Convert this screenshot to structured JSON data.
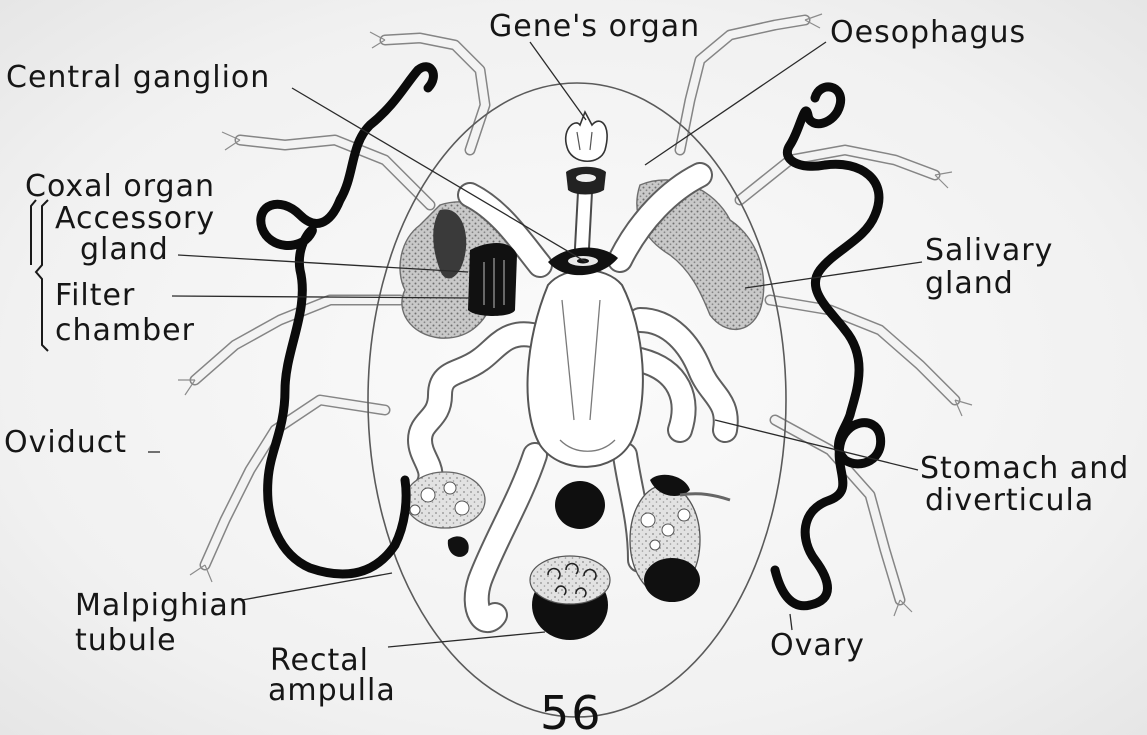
{
  "figure_number": "56",
  "labels": {
    "genes_organ": "Gene's organ",
    "oesophagus": "Oesophagus",
    "central_ganglion": "Central ganglion",
    "coxal_organ": "Coxal organ",
    "accessory_gland": [
      "Accessory",
      "gland"
    ],
    "filter_chamber": [
      "Filter",
      "chamber"
    ],
    "salivary_gland": [
      "Salivary",
      "gland"
    ],
    "oviduct": "Oviduct",
    "stomach_diverticula": [
      "Stomach and",
      "diverticula"
    ],
    "malpighian_tubule": [
      "Malpighian",
      "tubule"
    ],
    "rectal_ampulla": [
      "Rectal",
      "ampulla"
    ],
    "ovary": "Ovary"
  }
}
